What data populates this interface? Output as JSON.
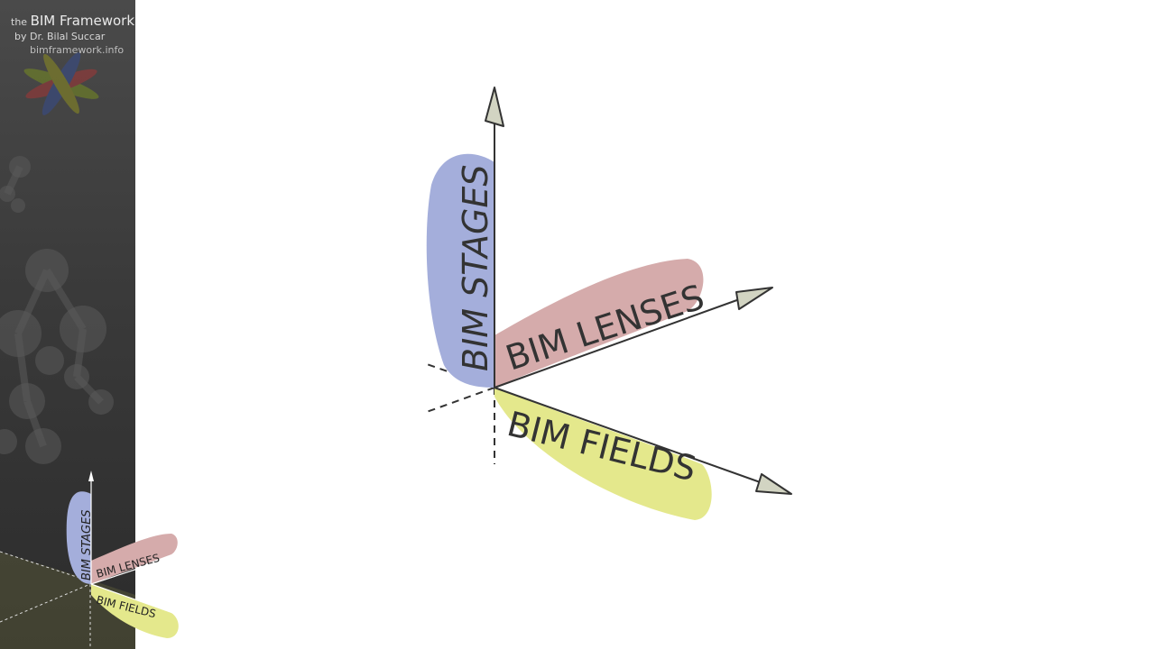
{
  "brand": {
    "prefix": "the",
    "title": "BIM Framework",
    "by_prefix": "by",
    "author": "Dr. Bilal Succar",
    "website": "bimframework.info"
  },
  "diagram": {
    "stages_label": "BIM STAGES",
    "lenses_label": "BIM LENSES",
    "fields_label": "BIM FIELDS"
  },
  "thumbnail": {
    "stages_label": "BIM STAGES",
    "lenses_label": "BIM LENSES",
    "fields_label": "BIM FIELDS"
  },
  "colors": {
    "stages": "#a4aedb",
    "lenses": "#d5abab",
    "fields": "#e4e88c",
    "arrow_head": "#d2d4c2",
    "sidebar": "#3a3a3a"
  }
}
